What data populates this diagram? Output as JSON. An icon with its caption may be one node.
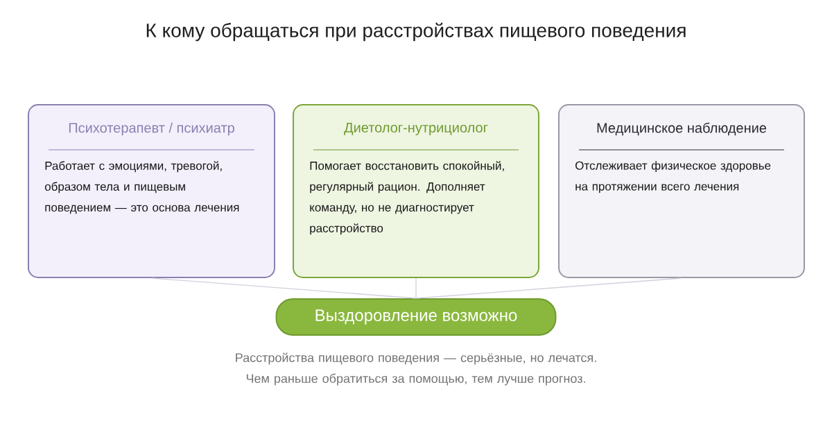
{
  "diagram": {
    "title": "К кому обращаться при расстройствах пищевого поведения",
    "nodes": [
      {
        "text": [
          "Психотерапевт / психиатр",
          "Работает с эмоциями, тревогой, образом тела и пищевым поведением — это основа лечения"
        ]
      },
      {
        "text": [
          "Диетолог-нутрициолог",
          "Помогает восстановить спокойный, регулярный рацион. Дополняет команду, но не диагностирует расстройство"
        ]
      },
      {
        "text": [
          "Медицинское наблюдение",
          "Отслеживает физическое здоровье на протяжении всего лечения"
        ]
      },
      {
        "text": [
          "Выздоровление возможно"
        ]
      }
    ],
    "edges": [
      {
        "from": 0,
        "to": 3,
        "arrow": "none"
      },
      {
        "from": 1,
        "to": 3,
        "arrow": "none"
      },
      {
        "from": 2,
        "to": 3,
        "arrow": "none"
      }
    ],
    "caption": "Расстройства пищевого поведения — серьёзные, но лечатся. Чем раньше обратиться за помощью, тем лучше прогноз."
  }
}
